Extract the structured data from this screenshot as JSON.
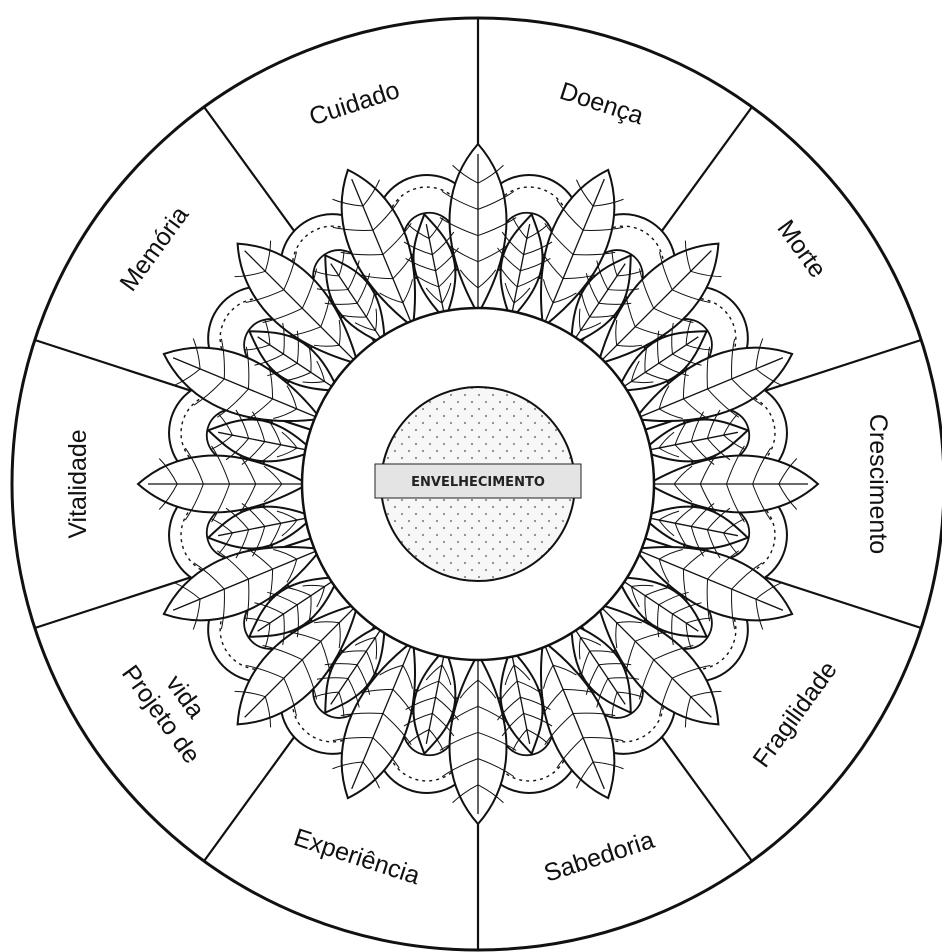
{
  "center": {
    "label": "ENVELHECIMENTO"
  },
  "segments": [
    {
      "label": "Doença"
    },
    {
      "label": "Morte"
    },
    {
      "label": "Crescimento"
    },
    {
      "label": "Fragilidade"
    },
    {
      "label": "Sabedoria"
    },
    {
      "label": "Experiência"
    },
    {
      "label": "Projeto de vida"
    },
    {
      "label": "Vitalidade"
    },
    {
      "label": "Memória"
    },
    {
      "label": "Cuidado"
    }
  ]
}
